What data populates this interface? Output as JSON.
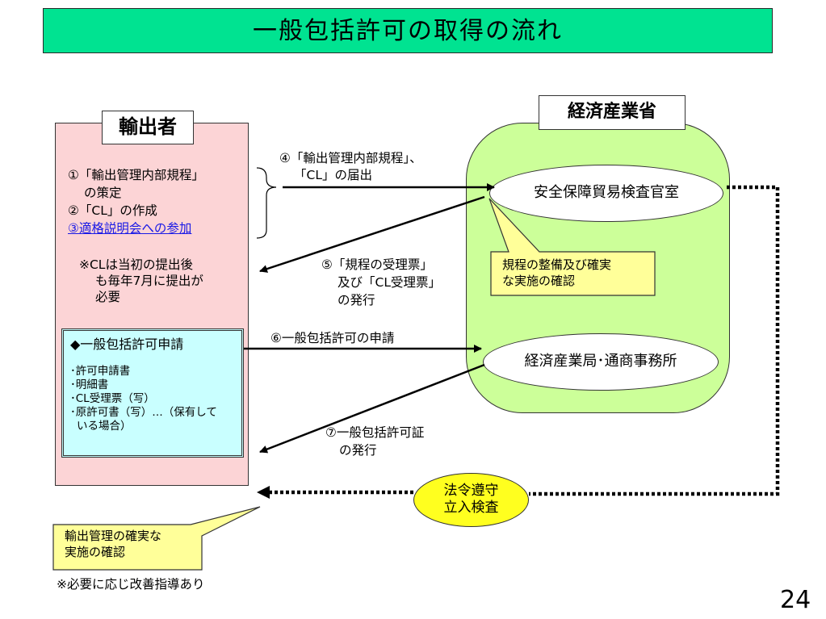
{
  "title": "一般包括許可の取得の流れ",
  "exporter": {
    "label": "輸出者",
    "steps": [
      "①「輸出管理内部規程」",
      "の策定",
      "②「CL」の作成",
      "③適格説明会への参加"
    ],
    "note": [
      "※CLは当初の提出後",
      "も毎年7月に提出が",
      "必要"
    ],
    "application": {
      "title": "◆一般包括許可申請",
      "items": [
        "･許可申請書",
        "･明細書",
        "･CL受理票（写）",
        "･原許可書（写）…（保有して",
        "いる場合）"
      ]
    }
  },
  "meti": {
    "label": "経済産業省",
    "office_security": "安全保障貿易検査官室",
    "office_bureau": "経済産業局･通商事務所"
  },
  "flows": {
    "step4": [
      "④「輸出管理内部規程」、",
      "「CL」の届出"
    ],
    "step5": [
      "⑤「規程の受理票」",
      "及び「CL受理票」",
      "の発行"
    ],
    "step6": "⑥一般包括許可の申請",
    "step7": [
      "⑦一般包括許可証",
      "の発行"
    ]
  },
  "callouts": {
    "meti_confirm": [
      "規程の整備及び確実",
      "な実施の確認"
    ],
    "exporter_confirm": [
      "輸出管理の確実な",
      "実施の確認"
    ]
  },
  "inspection": [
    "法令遵守",
    "立入検査"
  ],
  "footnote": "※必要に応じ改善指導あり",
  "page_number": "24",
  "colors": {
    "title_bg": "#00e391",
    "exporter_bg": "#fcd4d6",
    "meti_bg": "#ccff99",
    "application_bg": "#c9ffff",
    "callout_bg": "#ffff99",
    "inspection_bg": "#ffff1f",
    "link_text": "#1a1ae6"
  }
}
